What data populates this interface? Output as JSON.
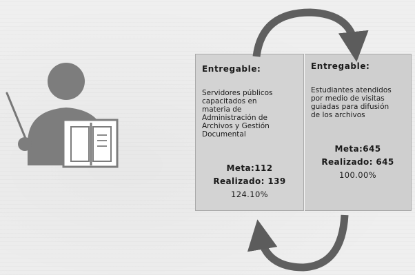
{
  "colors": {
    "arrow": "#606060",
    "card_bg": "#d3d3d3",
    "page_bg": "#efefef",
    "icon": "#808080"
  },
  "icons": [
    "teacher-icon",
    "book-icon",
    "pointer-stick-icon",
    "cycle-arrow-top-icon",
    "cycle-arrow-bottom-icon"
  ],
  "cards": {
    "left": {
      "title": "Entregable:",
      "lines": [
        "Servidores públicos",
        "capacitados en",
        "materia de",
        "Administración de",
        "Archivos y Gestión",
        "Documental"
      ],
      "meta": "Meta:112",
      "realizado": "Realizado: 139",
      "percent": "124.10%"
    },
    "right": {
      "title": "Entregable:",
      "lines": [
        "Estudiantes atendidos",
        "por medio de visitas",
        "guiadas para difusión",
        "de los archivos"
      ],
      "meta": "Meta:645",
      "realizado": "Realizado: 645",
      "percent": "100.00%"
    }
  }
}
